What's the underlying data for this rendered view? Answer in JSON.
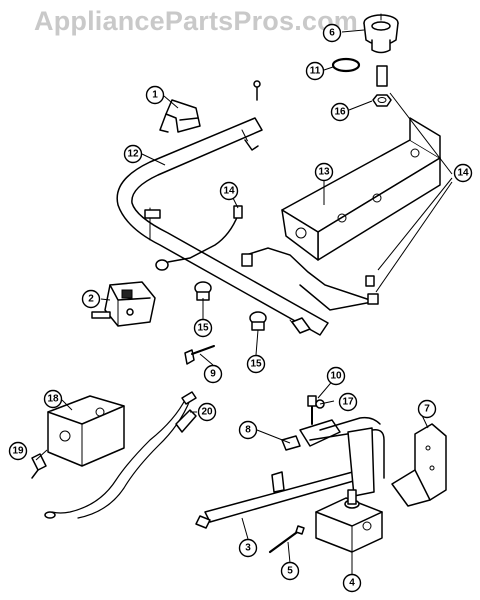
{
  "watermark": "AppliancePartsPros.com",
  "callouts": [
    {
      "id": "1",
      "label": "1"
    },
    {
      "id": "2",
      "label": "2"
    },
    {
      "id": "3",
      "label": "3"
    },
    {
      "id": "4",
      "label": "4"
    },
    {
      "id": "5",
      "label": "5"
    },
    {
      "id": "6",
      "label": "6"
    },
    {
      "id": "7",
      "label": "7"
    },
    {
      "id": "8",
      "label": "8"
    },
    {
      "id": "9",
      "label": "9"
    },
    {
      "id": "10",
      "label": "10"
    },
    {
      "id": "11",
      "label": "11"
    },
    {
      "id": "12",
      "label": "12"
    },
    {
      "id": "13",
      "label": "13"
    },
    {
      "id": "14a",
      "label": "14"
    },
    {
      "id": "14b",
      "label": "14"
    },
    {
      "id": "15a",
      "label": "15"
    },
    {
      "id": "15b",
      "label": "15"
    },
    {
      "id": "16",
      "label": "16"
    },
    {
      "id": "17",
      "label": "17"
    },
    {
      "id": "18",
      "label": "18"
    },
    {
      "id": "19",
      "label": "19"
    },
    {
      "id": "20",
      "label": "20"
    }
  ]
}
